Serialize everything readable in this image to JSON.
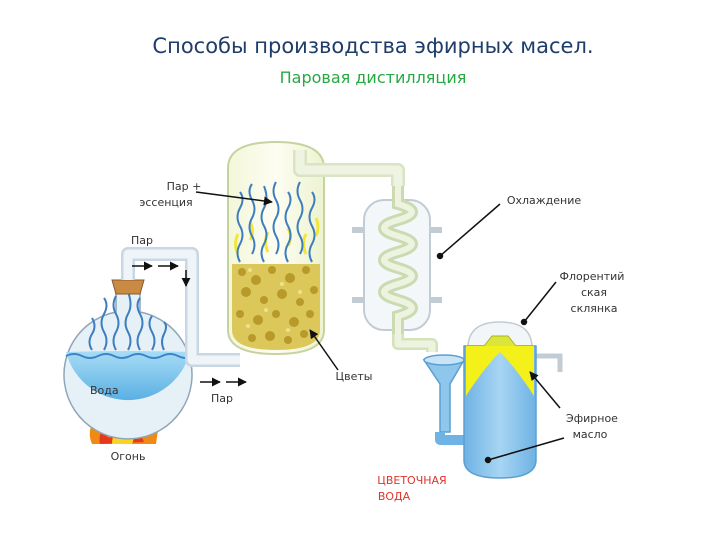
{
  "title": "Способы производства эфирных масел.",
  "subtitle": "Паровая дистилляция",
  "labels": {
    "steam_essence_1": "Пар +",
    "steam_essence_2": "эссенция",
    "steam_top": "Пар",
    "water": "Вода",
    "fire": "Огонь",
    "steam_bottom": "Пар",
    "flowers": "Цветы",
    "cooling": "Охлаждение",
    "florentine_1": "Флорентий",
    "florentine_2": "ская",
    "florentine_3": "склянка",
    "oil_1": "Эфирное",
    "oil_2": "масло",
    "floral_water_1": "ЦВЕТОЧНАЯ",
    "floral_water_2": "ВОДА"
  },
  "colors": {
    "title": "#1f3d6b",
    "subtitle": "#27a843",
    "water": "#7ec3ec",
    "glass": "#e6f0f7",
    "tube": "#e3edd5",
    "oil": "#f3f01a",
    "fire": "#e84a12",
    "floral_water_label": "#e0342b"
  }
}
